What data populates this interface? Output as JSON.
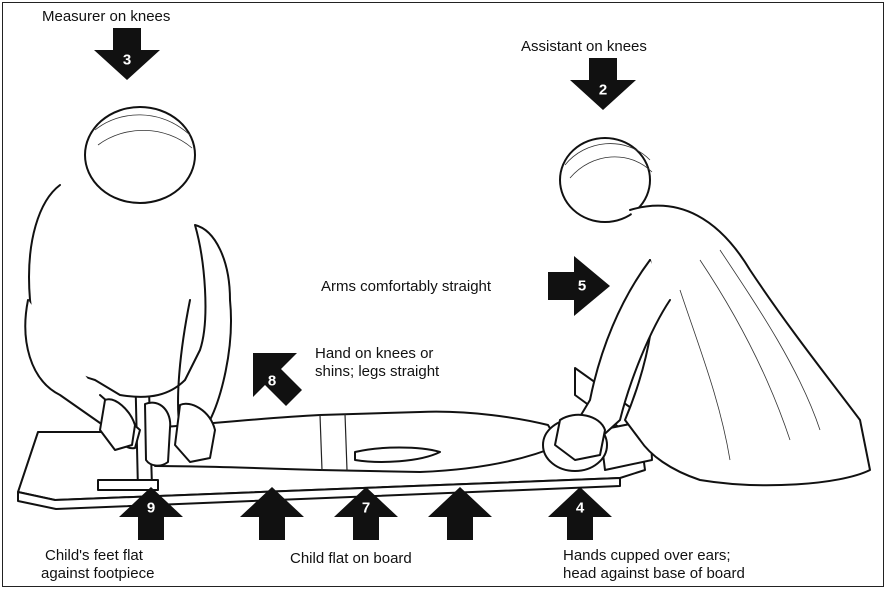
{
  "labels": {
    "measurer": "Measurer on knees",
    "assistant": "Assistant on knees",
    "arms": "Arms comfortably straight",
    "hand_knees_line1": "Hand on knees or",
    "hand_knees_line2": "shins; legs straight",
    "feet_line1": "Child's feet flat",
    "feet_line2": "against footpiece",
    "child_flat": "Child flat on board",
    "hands_cupped_line1": "Hands cupped over ears;",
    "hands_cupped_line2": "head against base of board"
  },
  "steps": {
    "measurer": "3",
    "assistant": "2",
    "arms": "5",
    "hand_knees": "8",
    "feet": "9",
    "child_flat": "7",
    "hands_cupped": "4"
  }
}
